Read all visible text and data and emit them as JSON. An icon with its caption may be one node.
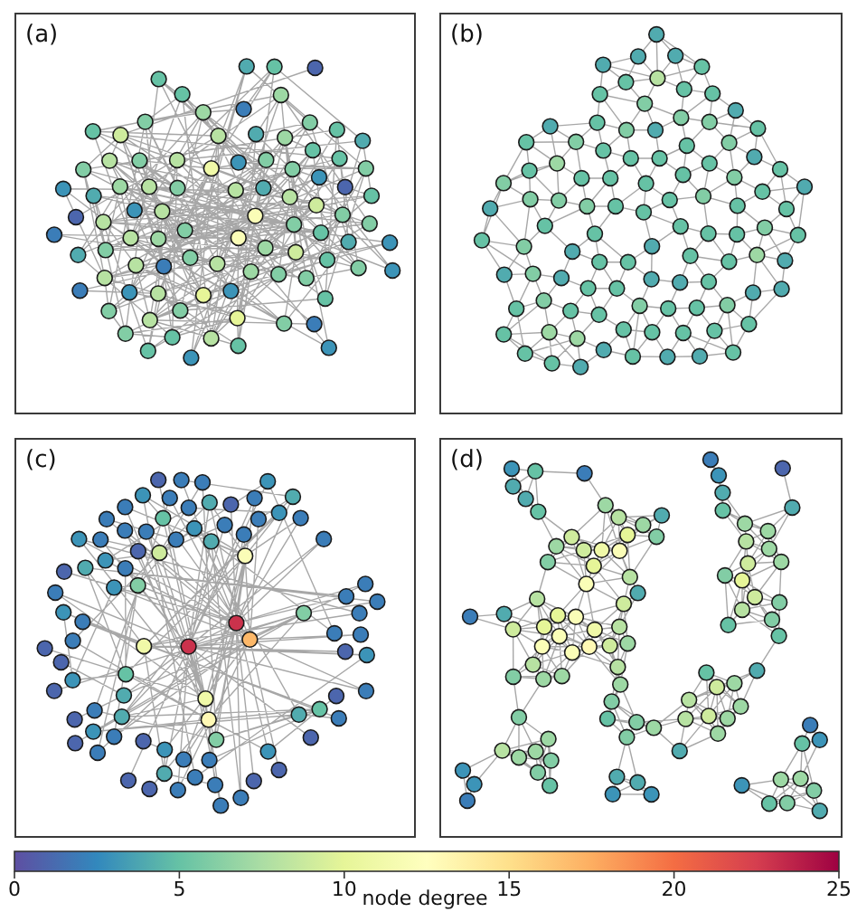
{
  "diagram": {
    "nodes": [
      {
        "text": [
          "(a)"
        ]
      },
      {
        "text": [
          "(b)"
        ]
      },
      {
        "text": [
          "(c)"
        ]
      },
      {
        "text": [
          "(d)"
        ]
      }
    ],
    "labels": [
      "0",
      "5",
      "10",
      "15",
      "20",
      "25",
      "node degree"
    ]
  }
}
